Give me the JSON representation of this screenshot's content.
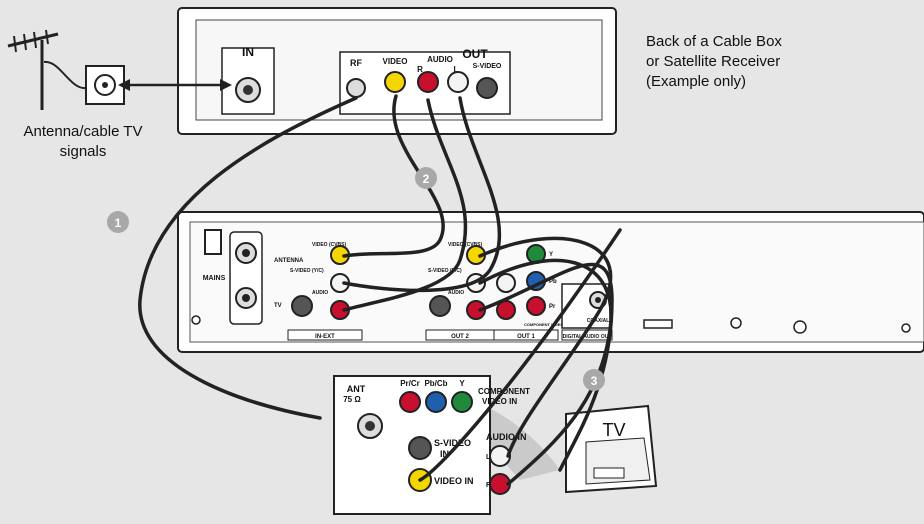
{
  "captions": {
    "box_line1": "Back of a Cable Box",
    "box_line2": "or Satellite Receiver",
    "box_line3": "(Example only)",
    "antenna_line1": "Antenna/cable TV",
    "antenna_line2": "signals"
  },
  "cable_box": {
    "in_label": "IN",
    "out_label": "OUT",
    "rf": "RF",
    "video": "VIDEO",
    "audio": "AUDIO",
    "r": "R",
    "l": "L",
    "svideo": "S-VIDEO"
  },
  "recorder": {
    "antenna": "ANTENNA",
    "tv": "TV",
    "mains": "MAINS",
    "video_cvbs": "VIDEO (CVBS)",
    "svideo_yc": "S-VIDEO (Y/C)",
    "audio": "AUDIO",
    "in_ext": "IN-EXT",
    "out2": "OUT 2",
    "out1": "OUT 1",
    "y": "Y",
    "pb": "Pb",
    "pr": "Pr",
    "component_video": "COMPONENT VIDEO",
    "coaxial": "COAXIAL",
    "digital_audio_out": "DIGITAL AUDIO OUT"
  },
  "tv_panel": {
    "ant": "ANT",
    "ohm": "75 Ω",
    "pr_cr": "Pr/Cr",
    "pb_cb": "Pb/Cb",
    "y": "Y",
    "component_1": "COMPONENT",
    "component_2": "VIDEO IN",
    "svideo_1": "S-VIDEO",
    "svideo_2": "IN",
    "video_in": "VIDEO IN",
    "audio_in": "AUDIO IN",
    "l": "L",
    "r": "R"
  },
  "tv_label": "TV",
  "steps": [
    "1",
    "2",
    "3"
  ],
  "colors": {
    "yellow": "#f5d700",
    "red": "#c8102e",
    "white": "#f4f4f4",
    "green": "#1f8a3c",
    "blue": "#1f5fae",
    "step_badge": "#a8a8a8"
  }
}
